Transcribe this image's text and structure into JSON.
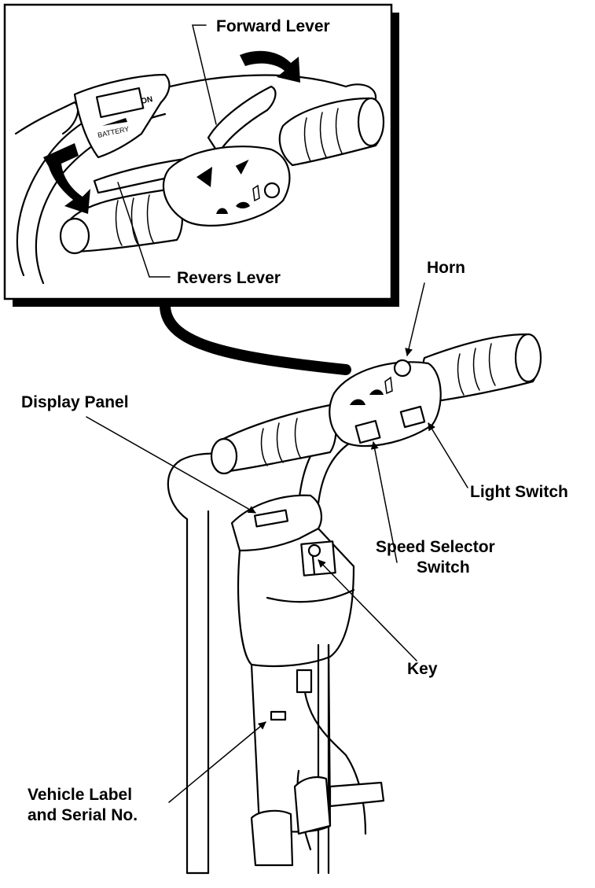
{
  "labels": {
    "forward_lever": "Forward Lever",
    "revers_lever": "Revers Lever",
    "horn": "Horn",
    "display_panel": "Display Panel",
    "light_switch": "Light Switch",
    "speed_selector_line1": "Speed Selector",
    "speed_selector_line2": "Switch",
    "key": "Key",
    "vehicle_label_line1": "Vehicle Label",
    "vehicle_label_line2": "and Serial No."
  },
  "battery_display": {
    "on_text": "ON",
    "battery_text": "BATTERY"
  },
  "colors": {
    "ink": "#000000",
    "paper": "#ffffff"
  }
}
